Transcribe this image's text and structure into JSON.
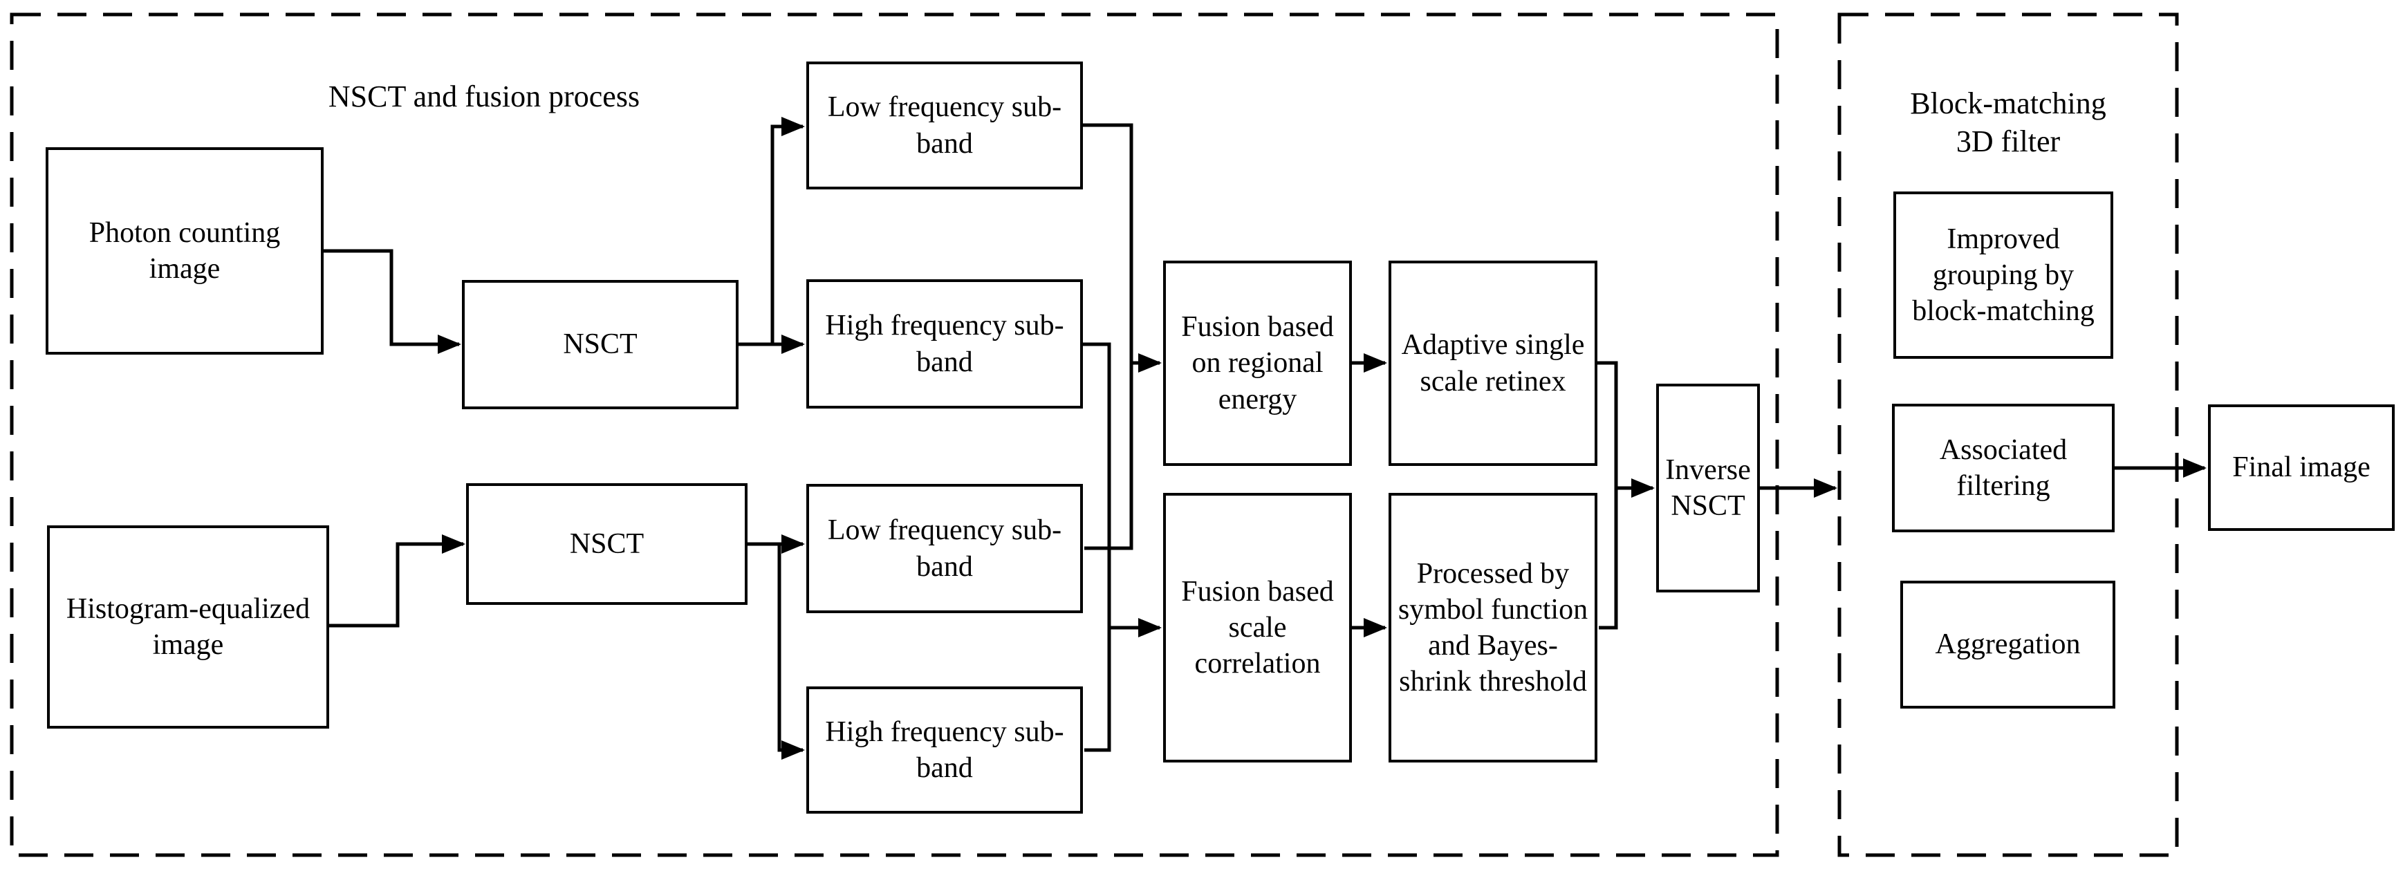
{
  "figure": {
    "background_color": "#ffffff",
    "line_color": "#000000",
    "text_color": "#000000"
  },
  "groups": {
    "nsct_fusion": {
      "title_lines": [
        "NSCT and fusion process"
      ]
    },
    "bm3d": {
      "title_lines": [
        "Block-matching",
        "3D filter"
      ]
    }
  },
  "nodes": {
    "photon": {
      "label_lines": [
        "Photon counting",
        "image"
      ]
    },
    "hist": {
      "label_lines": [
        "Histogram-equalized",
        "image"
      ]
    },
    "nsct1": {
      "label_lines": [
        "NSCT"
      ]
    },
    "nsct2": {
      "label_lines": [
        "NSCT"
      ]
    },
    "lf1": {
      "label_lines": [
        "Low frequency sub-",
        "band"
      ]
    },
    "hf1": {
      "label_lines": [
        "High frequency sub-",
        "band"
      ]
    },
    "lf2": {
      "label_lines": [
        "Low frequency sub-",
        "band"
      ]
    },
    "hf2": {
      "label_lines": [
        "High frequency sub-",
        "band"
      ]
    },
    "fusion1": {
      "label_lines": [
        "Fusion based",
        "on regional",
        "energy"
      ]
    },
    "fusion2": {
      "label_lines": [
        "Fusion based",
        "scale",
        "correlation"
      ]
    },
    "retinex": {
      "label_lines": [
        "Adaptive single",
        "scale retinex"
      ]
    },
    "bayes": {
      "label_lines": [
        "Processed by",
        "symbol function",
        "and Bayes-",
        "shrink threshold"
      ]
    },
    "inverse": {
      "label_lines": [
        "Inverse",
        "NSCT"
      ]
    },
    "improved": {
      "label_lines": [
        "Improved",
        "grouping by",
        "block-matching"
      ]
    },
    "associated": {
      "label_lines": [
        "Associated",
        "filtering"
      ]
    },
    "aggregation": {
      "label_lines": [
        "Aggregation"
      ]
    },
    "final": {
      "label_lines": [
        "Final image"
      ]
    }
  }
}
